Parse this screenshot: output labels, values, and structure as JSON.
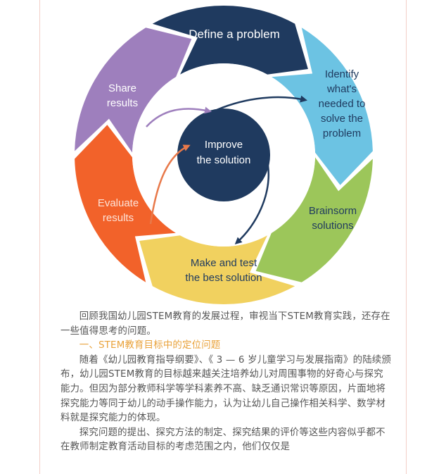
{
  "diagram": {
    "segments": [
      {
        "id": "define",
        "lines": [
          "Define a problem"
        ],
        "color": "#1f3a5f"
      },
      {
        "id": "identify",
        "lines": [
          "Identify",
          "what's",
          "needed to",
          "solve the",
          "problem"
        ],
        "color": "#6cc3e3"
      },
      {
        "id": "brainstorm",
        "lines": [
          "Brainsorm",
          "solutions"
        ],
        "color": "#9cc65a"
      },
      {
        "id": "make",
        "lines": [
          "Make and test",
          "the best solution"
        ],
        "color": "#f1d15f"
      },
      {
        "id": "evaluate",
        "lines": [
          "Evaluate",
          "results"
        ],
        "color": "#f2622a"
      },
      {
        "id": "share",
        "lines": [
          "Share",
          "results"
        ],
        "color": "#9e7fbd"
      }
    ],
    "center": {
      "lines": [
        "Improve",
        "the solution"
      ],
      "color": "#1f3a5f"
    }
  },
  "article": {
    "para1": "回顾我国幼儿园STEM教育的发展过程，审视当下STEM教育实践，还存在一些值得思考的问题。",
    "heading1": "一、STEM教育目标中的定位问题",
    "para2": "随着《幼儿园教育指导纲要》、《 3 — 6 岁儿童学习与发展指南》的陆续颁布，幼儿园STEM教育的目标越来越关注培养幼儿对周围事物的好奇心与探究能力。但因为部分教师科学等学科素养不高、缺乏通识常识等原因，片面地将探究能力等同于幼儿的动手操作能力，认为让幼儿自己操作相关科学、数学材料就是探究能力的体现。",
    "para3": "探究问题的提出、探究方法的制定、探究结果的评价等这些内容似乎都不在教师制定教育活动目标的考虑范围之内，他们仅仅是"
  }
}
